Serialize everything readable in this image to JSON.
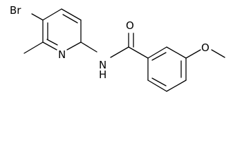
{
  "molecule": {
    "atoms": {
      "br": "Br",
      "n_ring": "N",
      "nh": "N",
      "h": "H",
      "o_carbonyl": "O",
      "o_methoxy": "O"
    }
  }
}
